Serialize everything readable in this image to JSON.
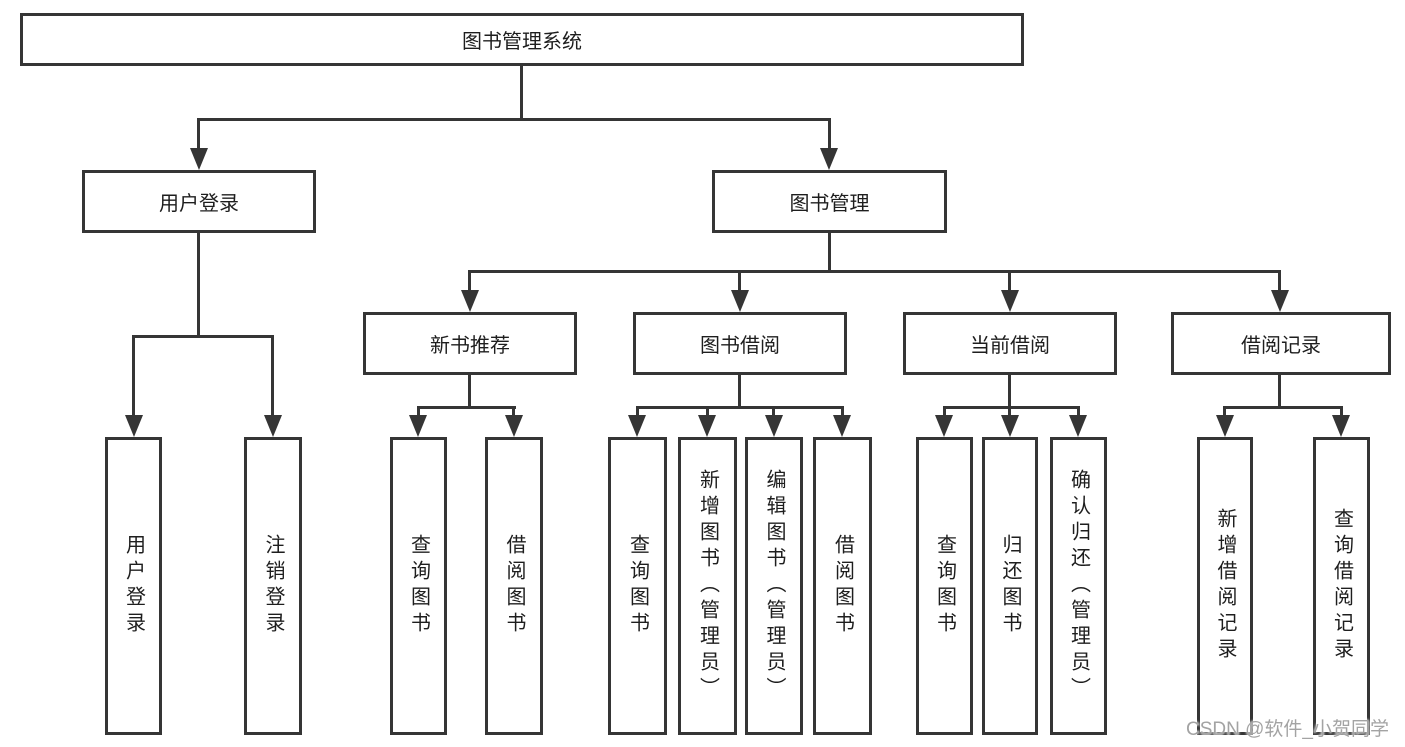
{
  "root": {
    "label": "图书管理系统"
  },
  "level2": [
    {
      "label": "用户登录"
    },
    {
      "label": "图书管理"
    }
  ],
  "level3": [
    {
      "label": "新书推荐"
    },
    {
      "label": "图书借阅"
    },
    {
      "label": "当前借阅"
    },
    {
      "label": "借阅记录"
    }
  ],
  "leaves": {
    "user_login": [
      {
        "label": "用户登录"
      },
      {
        "label": "注销登录"
      }
    ],
    "new_book_recommend": [
      {
        "label": "查询图书"
      },
      {
        "label": "借阅图书"
      }
    ],
    "book_borrow": [
      {
        "label": "查询图书"
      },
      {
        "label": "新增图书（管理员）"
      },
      {
        "label": "编辑图书（管理员）"
      },
      {
        "label": "借阅图书"
      }
    ],
    "current_borrow": [
      {
        "label": "查询图书"
      },
      {
        "label": "归还图书"
      },
      {
        "label": "确认归还（管理员）"
      }
    ],
    "borrow_records": [
      {
        "label": "新增借阅记录"
      },
      {
        "label": "查询借阅记录"
      }
    ]
  },
  "watermark": {
    "text": "CSDN @软件_小贺同学"
  },
  "colors": {
    "line": "#353535",
    "text": "#1e1e1e",
    "watermark": "#a3a3a3",
    "background": "#ffffff"
  }
}
